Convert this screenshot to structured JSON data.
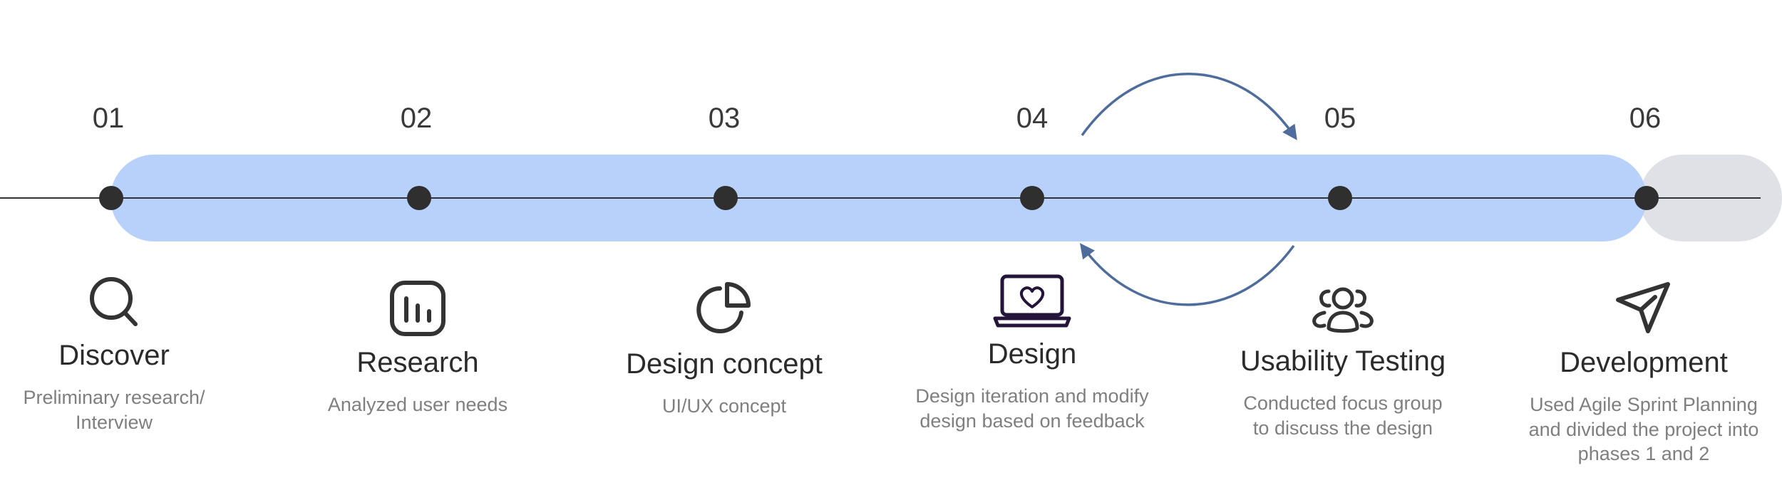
{
  "colors": {
    "band": "#b8d1fb",
    "band_tail": "#dfe1e6",
    "line": "#333333",
    "dot": "#2f2f2f",
    "arrow": "#4f6d9c",
    "number": "#3a3a3a",
    "title": "#2b2b2b",
    "description": "#7f7f7f"
  },
  "stages": [
    {
      "number": "01",
      "title": "Discover",
      "description": [
        "Preliminary research/",
        "Interview"
      ],
      "icon": "search-icon"
    },
    {
      "number": "02",
      "title": "Research",
      "description": [
        "Analyzed user needs"
      ],
      "icon": "bar-chart-icon"
    },
    {
      "number": "03",
      "title": "Design concept",
      "description": [
        "UI/UX concept"
      ],
      "icon": "pie-chart-icon"
    },
    {
      "number": "04",
      "title": "Design",
      "description": [
        "Design iteration and modify",
        "design based on feedback"
      ],
      "icon": "laptop-heart-icon"
    },
    {
      "number": "05",
      "title": "Usability Testing",
      "description": [
        "Conducted focus group",
        "to discuss the design"
      ],
      "icon": "users-group-icon"
    },
    {
      "number": "06",
      "title": "Development",
      "description": [
        "Used  Agile Sprint Planning",
        "and divided the project into",
        "phases 1 and 2"
      ],
      "icon": "send-icon"
    }
  ],
  "loop": {
    "from": "04",
    "to": "05",
    "arrow_icons": [
      "curved-arrow-forward-icon",
      "curved-arrow-back-icon"
    ]
  }
}
